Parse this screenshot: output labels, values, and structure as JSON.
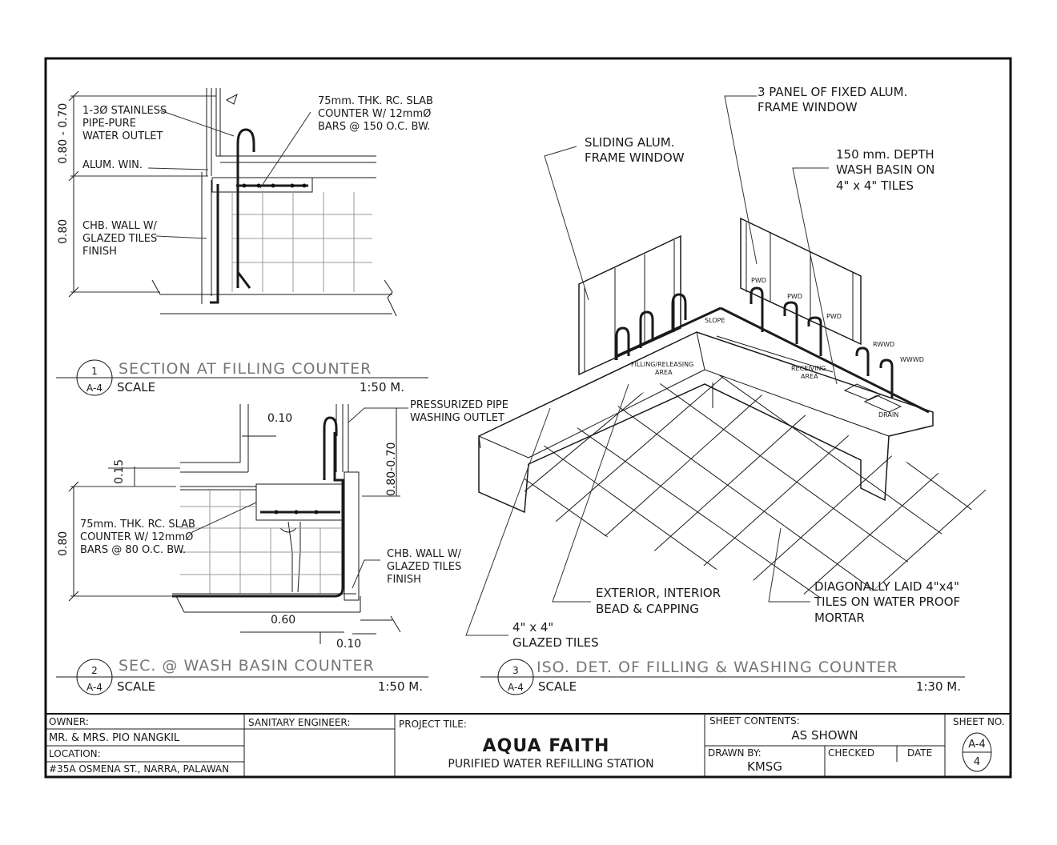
{
  "section1": {
    "callout_number": "1",
    "callout_sheet": "A-4",
    "title": "SECTION AT FILLING COUNTER",
    "scale_label": "SCALE",
    "scale_value": "1:50 M.",
    "dims": [
      "0.80 - 0.70",
      "0.80"
    ],
    "notes": {
      "pipe": [
        "1-3Ø STAINLESS",
        "PIPE-PURE",
        "WATER OUTLET"
      ],
      "win": [
        "ALUM. WIN."
      ],
      "wall": [
        "CHB. WALL W/",
        "GLAZED TILES",
        "FINISH"
      ],
      "slab": [
        "75mm. THK. RC. SLAB",
        "COUNTER W/ 12mmØ",
        "BARS @ 150 O.C. BW."
      ]
    }
  },
  "section2": {
    "callout_number": "2",
    "callout_sheet": "A-4",
    "title": "SEC. @ WASH BASIN COUNTER",
    "scale_label": "SCALE",
    "scale_value": "1:50 M.",
    "dims": [
      "0.10",
      "0.15",
      "0.80",
      "0.80-0.70",
      "0.60",
      "0.10"
    ],
    "notes": {
      "pipe": [
        "PRESSURIZED PIPE",
        "WASHING OUTLET"
      ],
      "slab": [
        "75mm. THK. RC. SLAB",
        "COUNTER W/ 12mmØ",
        "BARS @ 80 O.C. BW."
      ],
      "wall": [
        "CHB. WALL W/",
        "GLAZED TILES",
        "FINISH"
      ]
    }
  },
  "section3": {
    "callout_number": "3",
    "callout_sheet": "A-4",
    "title": "ISO. DET. OF FILLING & WASHING COUNTER",
    "scale_label": "SCALE",
    "scale_value": "1:30 M.",
    "notes": {
      "fixed_window": [
        "3 PANEL OF FIXED ALUM.",
        "FRAME WINDOW"
      ],
      "sliding_window": [
        "SLIDING ALUM.",
        "FRAME WINDOW"
      ],
      "wash_basin": [
        "150 mm. DEPTH",
        "WASH BASIN ON",
        "4\" x 4\" TILES"
      ],
      "bead": [
        "EXTERIOR, INTERIOR",
        "BEAD & CAPPING"
      ],
      "diag": [
        "DIAGONALLY LAID 4\"x4\"",
        "TILES ON WATER PROOF",
        "MORTAR"
      ],
      "glazed": [
        "4\" x 4\"",
        "GLAZED TILES"
      ]
    },
    "tags": {
      "slope": "SLOPE",
      "filling_area": [
        "FILLING/RELEASING",
        "AREA"
      ],
      "receiving_area": [
        "RECEIVING",
        "AREA"
      ],
      "pwd": "PWD",
      "rwwd": "RWWD",
      "wwwd": "WWWD",
      "drain": "DRAIN"
    }
  },
  "title_block": {
    "owner_label": "OWNER:",
    "owner": "MR. & MRS. PIO NANGKIL",
    "location_label": "LOCATION:",
    "location": "#35A OSMENA ST., NARRA, PALAWAN",
    "engineer_label": "SANITARY ENGINEER:",
    "project_label": "PROJECT TILE:",
    "project_name": "AQUA FAITH",
    "project_sub": "PURIFIED WATER REFILLING STATION",
    "contents_label": "SHEET CONTENTS:",
    "contents": "AS SHOWN",
    "drawn_label": "DRAWN BY:",
    "drawn": "KMSG",
    "checked_label": "CHECKED",
    "date_label": "DATE",
    "sheet_label": "SHEET NO.",
    "sheet_no": "A-4",
    "sheet_total": "4"
  }
}
